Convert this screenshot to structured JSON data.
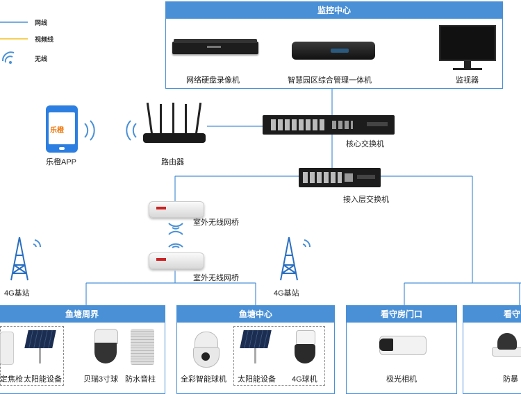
{
  "colors": {
    "panel_blue": "#4a90d6",
    "net_line": "#4a90d6",
    "video_line": "#f0c020",
    "wireless": "#4a90d6"
  },
  "legend": {
    "net": "网线",
    "video": "视频线",
    "wireless": "无线"
  },
  "monitor_center": {
    "title": "监控中心",
    "nvr": "网络硬盘录像机",
    "manager": "智慧园区综合管理一体机",
    "monitor": "监视器"
  },
  "core_switch": "核心交换机",
  "access_switch": "接入层交换机",
  "app": {
    "label": "乐橙APP",
    "logo": "乐橙"
  },
  "router": "路由器",
  "bridge1": "室外无线网桥",
  "bridge2": "室外无线网桥",
  "tower1": "4G基站",
  "tower2": "4G基站",
  "zones": {
    "zone1": {
      "title": "鱼塘周界",
      "items": [
        "定焦枪",
        "太阳能设备",
        "贝瑞3寸球",
        "防水音柱"
      ]
    },
    "zone2": {
      "title": "鱼塘中心",
      "items": [
        "全彩智能球机",
        "太阳能设备",
        "4G球机"
      ]
    },
    "zone3": {
      "title": "看守房门口",
      "items": [
        "极光相机"
      ]
    },
    "zone4": {
      "title": "看守",
      "items": [
        "防暴"
      ]
    }
  }
}
